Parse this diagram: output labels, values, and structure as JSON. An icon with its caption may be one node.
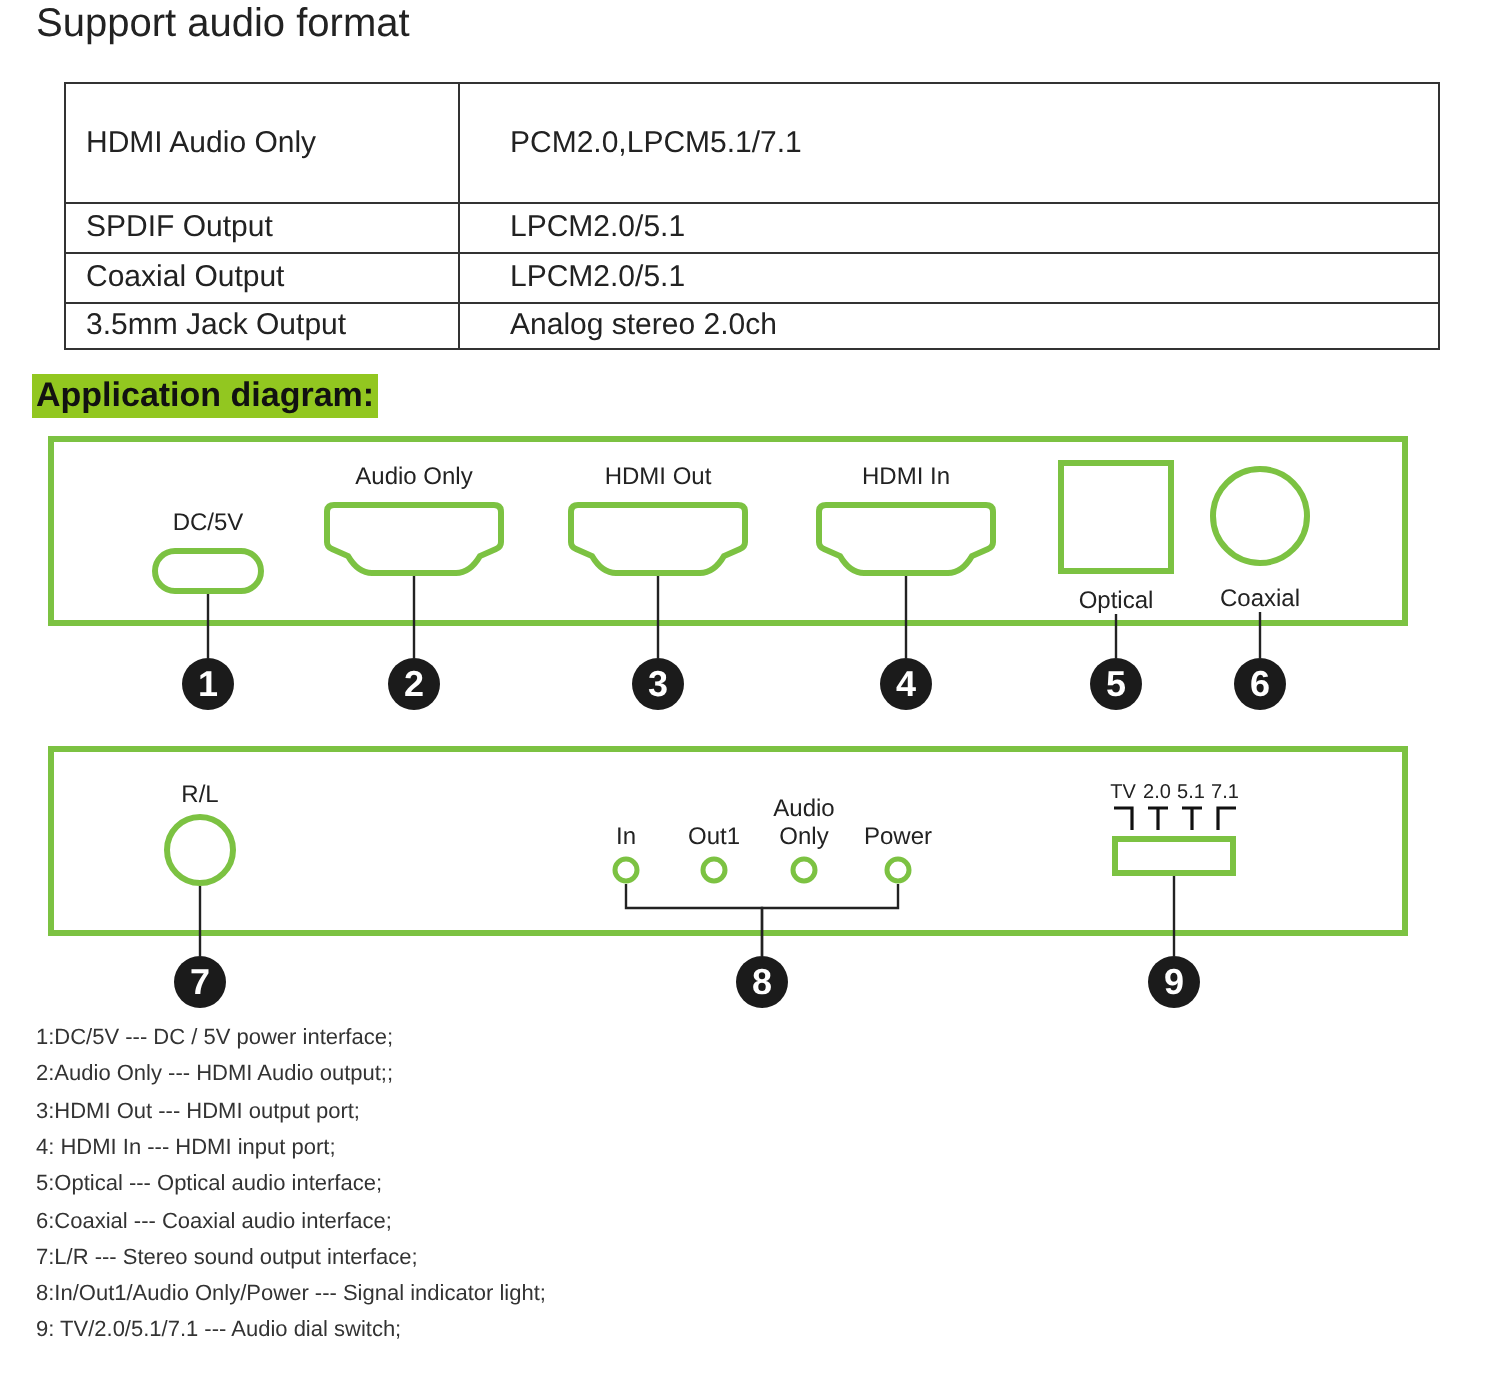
{
  "diagram": {
    "title": "Support audio format",
    "nodes": [
      {
        "text": [],
        "shape": "box"
      },
      {
        "text": [
          "DC/5V"
        ],
        "in": 0
      },
      {
        "text": [
          "Audio Only"
        ],
        "in": 0
      },
      {
        "text": [
          "HDMI Out"
        ],
        "in": 0
      },
      {
        "text": [
          "HDMI In"
        ],
        "in": 0
      },
      {
        "text": [
          "Optical"
        ],
        "in": 0
      },
      {
        "text": [
          "Coaxial"
        ],
        "in": 0
      },
      {
        "text": [
          "1"
        ]
      },
      {
        "text": [
          "2"
        ]
      },
      {
        "text": [
          "3"
        ]
      },
      {
        "text": [
          "4"
        ]
      },
      {
        "text": [
          "5"
        ]
      },
      {
        "text": [
          "6"
        ]
      },
      {
        "text": [],
        "shape": "box"
      },
      {
        "text": [
          "R/L"
        ],
        "in": 13
      },
      {
        "text": [
          "In"
        ],
        "in": 13
      },
      {
        "text": [
          "Out1"
        ],
        "in": 13
      },
      {
        "text": [
          "Audio Only"
        ],
        "in": 13
      },
      {
        "text": [
          "Power"
        ],
        "in": 13
      },
      {
        "text": [
          "TV",
          "2.0",
          "5.1",
          "7.1"
        ],
        "in": 13
      },
      {
        "text": [
          "7"
        ]
      },
      {
        "text": [
          "8"
        ]
      },
      {
        "text": [
          "9"
        ]
      }
    ],
    "edges": [
      {
        "from": 7,
        "to": 1,
        "arrow": "none"
      },
      {
        "from": 8,
        "to": 2,
        "arrow": "none"
      },
      {
        "from": 9,
        "to": 3,
        "arrow": "none"
      },
      {
        "from": 10,
        "to": 4,
        "arrow": "none"
      },
      {
        "from": 11,
        "to": 5,
        "arrow": "none"
      },
      {
        "from": 12,
        "to": 6,
        "arrow": "none"
      },
      {
        "from": 20,
        "to": 14,
        "arrow": "none"
      },
      {
        "from": 21,
        "to": 15,
        "arrow": "none"
      },
      {
        "from": 21,
        "to": 18,
        "arrow": "none"
      },
      {
        "from": 22,
        "to": 19,
        "arrow": "none"
      }
    ],
    "labels": [
      "HDMI Audio Only",
      "PCM2.0,LPCM5.1/7.1",
      "SPDIF Output",
      "LPCM2.0/5.1",
      "Coaxial Output",
      "LPCM2.0/5.1",
      "3.5mm Jack Output",
      "Analog stereo 2.0ch",
      "Application diagram:",
      "1:DC/5V --- DC / 5V power interface;",
      "2:Audio Only --- HDMI Audio output;;",
      "3:HDMI Out --- HDMI output port;",
      "4: HDMI In --- HDMI input port;",
      "5:Optical --- Optical audio interface;",
      "6:Coaxial --- Coaxial audio interface;",
      "7:L/R --- Stereo sound output interface;",
      "8:In/Out1/Audio Only/Power --- Signal indicator light;",
      "9: TV/2.0/5.1/7.1 --- Audio dial switch;"
    ]
  }
}
